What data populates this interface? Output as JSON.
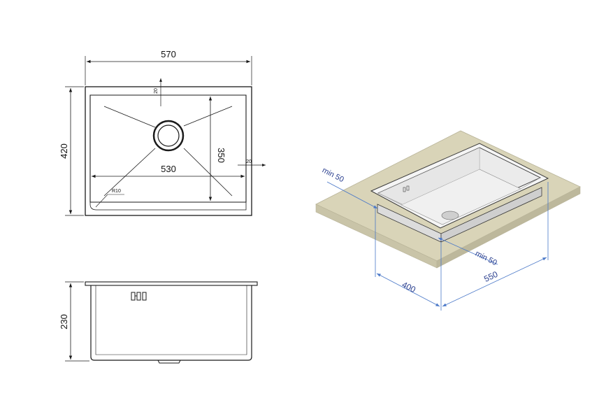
{
  "top_view": {
    "width_label": "570",
    "height_label": "420",
    "inner_width_label": "530",
    "inner_height_label": "350",
    "offset_top_label": "20",
    "offset_side_label": "20",
    "radius_label": "R10"
  },
  "front_view": {
    "depth_label": "230"
  },
  "installation_view": {
    "min_left_label": "min 50",
    "min_front_label": "min 50",
    "cabinet_depth_label": "400",
    "cabinet_width_label": "550"
  },
  "colors": {
    "line": "#1a1a1a",
    "dimension_blue": "#4a78c8",
    "dimension_text_blue": "#2a3f8f",
    "countertop_top": "#d9d4b8",
    "countertop_side": "#c4bfa3",
    "sink_rim": "#f5f5f5",
    "sink_inner": "#e9e9e9"
  }
}
